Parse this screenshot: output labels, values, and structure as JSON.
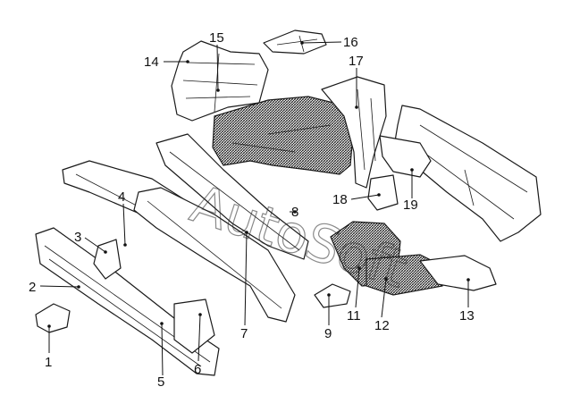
{
  "diagram": {
    "callouts": [
      {
        "id": "c1",
        "text": "1"
      },
      {
        "id": "c2",
        "text": "2"
      },
      {
        "id": "c3",
        "text": "3"
      },
      {
        "id": "c4",
        "text": "4"
      },
      {
        "id": "c5",
        "text": "5"
      },
      {
        "id": "c6",
        "text": "6"
      },
      {
        "id": "c7",
        "text": "7"
      },
      {
        "id": "c8",
        "text": "8"
      },
      {
        "id": "c9",
        "text": "9"
      },
      {
        "id": "c11",
        "text": "11"
      },
      {
        "id": "c12",
        "text": "12"
      },
      {
        "id": "c13",
        "text": "13"
      },
      {
        "id": "c14",
        "text": "14"
      },
      {
        "id": "c15",
        "text": "15"
      },
      {
        "id": "c16",
        "text": "16"
      },
      {
        "id": "c17",
        "text": "17"
      },
      {
        "id": "c18",
        "text": "18"
      },
      {
        "id": "c19",
        "text": "19"
      }
    ],
    "watermark": "AutoSoft",
    "colors": {
      "ink": "#1a1a1a",
      "background": "#ffffff"
    }
  }
}
